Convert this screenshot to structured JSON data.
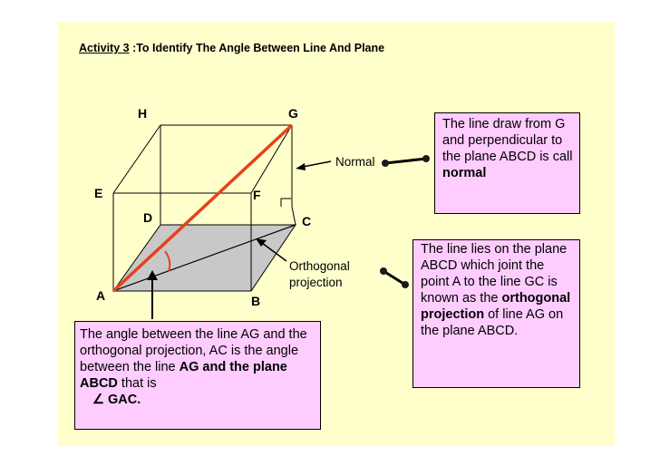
{
  "title": {
    "activity": "Activity 3",
    "rest": " :To Identify The Angle Between Line And Plane"
  },
  "vertices": {
    "A": "A",
    "B": "B",
    "C": "C",
    "D": "D",
    "E": "E",
    "F": "F",
    "G": "G",
    "H": "H"
  },
  "labels": {
    "normal": "Normal",
    "orthogonal_1": "Orthogonal",
    "orthogonal_2": "projection"
  },
  "normal_box": {
    "text": "The line draw from G and perpendicular to the plane ABCD is call ",
    "bold": "normal"
  },
  "projection_box": {
    "t1": "The line lies on the plane ABCD which joint the point A to the line GC is known as the ",
    "b1": "orthogonal projection",
    "t2": " of line AG on the plane ABCD."
  },
  "angle_box": {
    "t1": "The angle between the line AG and the orthogonal projection, AC is the angle between the line ",
    "b1": "AG and the plane ABCD",
    "t2": " that is",
    "angle": "∠ GAC."
  },
  "colors": {
    "slide_bg": "#ffffcc",
    "box_bg": "#ffccff",
    "line_ag": "#e8401c",
    "plane_fill": "#c8c8c8",
    "normal_arrow_dot": "#1a1a1a"
  }
}
